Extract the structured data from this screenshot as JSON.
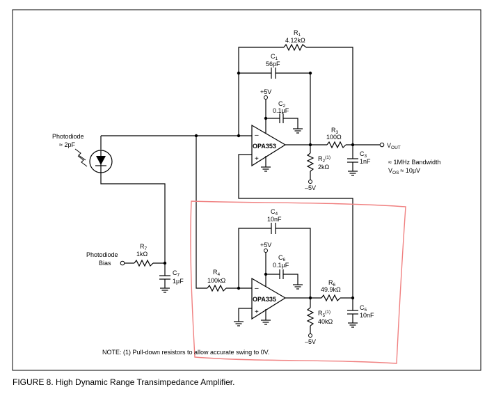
{
  "figure": {
    "caption": "FIGURE 8. High Dynamic Range Transimpedance Amplifier.",
    "note": "NOTE: (1) Pull-down resistors to allow accurate swing to 0V."
  },
  "photodiode": {
    "label": "Photodiode",
    "capacitance": "≈ 2pF"
  },
  "bias": {
    "line1": "Photodiode",
    "line2": "Bias"
  },
  "amplifiers": {
    "u1": {
      "name": "OPA353"
    },
    "u2": {
      "name": "OPA335"
    }
  },
  "supplies": {
    "pos1": "+5V",
    "neg1": "–5V",
    "pos2": "+5V",
    "neg2": "–5V"
  },
  "components": {
    "r1": {
      "ref": "R",
      "sub": "1",
      "value": "4.12kΩ"
    },
    "c1": {
      "ref": "C",
      "sub": "1",
      "value": "56pF"
    },
    "c2": {
      "ref": "C",
      "sub": "2",
      "value": "0.1μF"
    },
    "r3": {
      "ref": "R",
      "sub": "3",
      "value": "100Ω"
    },
    "r2": {
      "ref": "R",
      "sub": "2",
      "note": "(1)",
      "value": "2kΩ"
    },
    "c3": {
      "ref": "C",
      "sub": "3",
      "value": "1nF"
    },
    "c4": {
      "ref": "C",
      "sub": "4",
      "value": "10nF"
    },
    "c6": {
      "ref": "C",
      "sub": "6",
      "value": "0.1μF"
    },
    "r4": {
      "ref": "R",
      "sub": "4",
      "value": "100kΩ"
    },
    "r6": {
      "ref": "R",
      "sub": "6",
      "value": "49.9kΩ"
    },
    "r5": {
      "ref": "R",
      "sub": "5",
      "note": "(1)",
      "value": "40kΩ"
    },
    "c5": {
      "ref": "C",
      "sub": "5",
      "value": "10nF"
    },
    "r7": {
      "ref": "R",
      "sub": "7",
      "value": "1kΩ"
    },
    "c7": {
      "ref": "C",
      "sub": "7",
      "value": "1μF"
    }
  },
  "output": {
    "label": "V",
    "sub": "OUT"
  },
  "specs": {
    "bandwidth": "≈ 1MHz Bandwidth",
    "vos_label": "V",
    "vos_sub": "OS",
    "vos_value": "≈ 10μV"
  },
  "colors": {
    "annotation": "#f08080",
    "wire": "#000000"
  }
}
